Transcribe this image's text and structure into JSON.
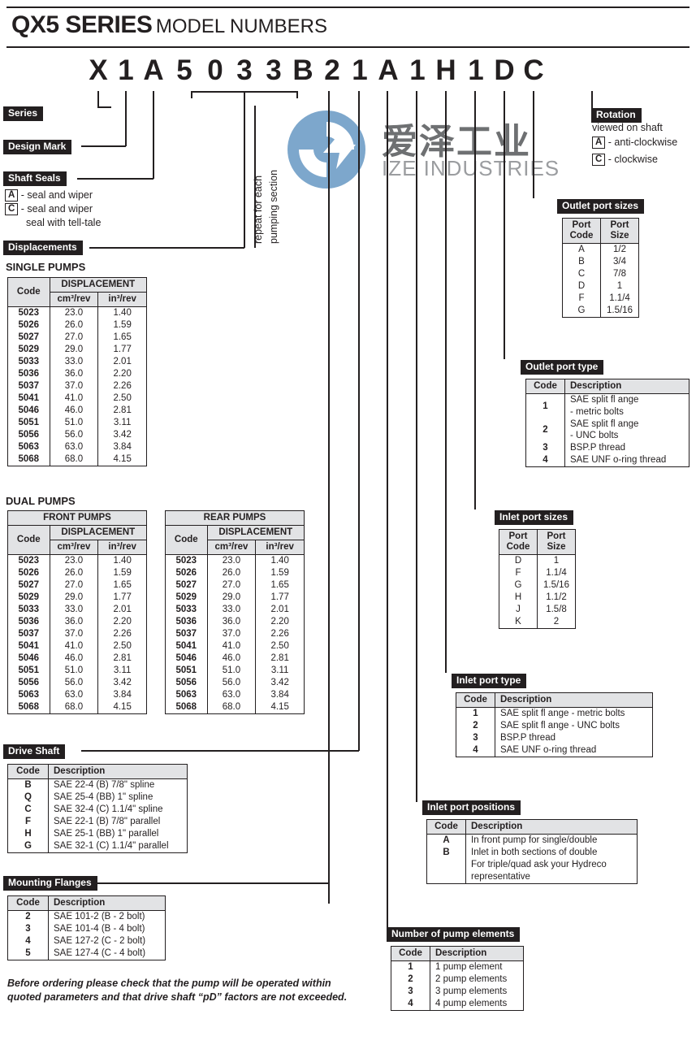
{
  "header": {
    "title_bold": "QX5 SERIES",
    "title_light": "MODEL NUMBERS"
  },
  "model_string": {
    "characters": [
      "X",
      "1",
      "A",
      "5",
      "0",
      "3",
      "3",
      "B",
      "2",
      "1",
      "A",
      "1",
      "H",
      "1",
      "D",
      "C"
    ]
  },
  "watermark": {
    "logo_icon": "ize-industries-logo-icon",
    "chinese_text": "爱泽工业",
    "english_text": "IZE INDUSTRIES",
    "logo_color": "#7da7cc",
    "text_color": "#6e7072"
  },
  "callouts": {
    "series": "Series",
    "design_mark": "Design Mark",
    "shaft_seals": "Shaft Seals",
    "displacements": "Displacements",
    "drive_shaft": "Drive Shaft",
    "mounting_flanges": "Mounting Flanges",
    "rotation": "Rotation",
    "outlet_port_sizes": "Outlet port sizes",
    "outlet_port_type": "Outlet port type",
    "inlet_port_sizes": "Inlet port sizes",
    "inlet_port_type": "Inlet port type",
    "inlet_port_positions": "Inlet port positions",
    "number_of_pump_elements": "Number of pump elements"
  },
  "repeat_note": {
    "line1": "repeat for each",
    "line2": "pumping section"
  },
  "shaft_seals": {
    "options": [
      {
        "code": "A",
        "text": "- seal and wiper",
        "text2": ""
      },
      {
        "code": "C",
        "text": "- seal and wiper",
        "text2": "seal with tell-tale"
      }
    ]
  },
  "rotation": {
    "subtitle": "viewed on shaft",
    "options": [
      {
        "code": "A",
        "text": "- anti-clockwise"
      },
      {
        "code": "C",
        "text": "- clockwise"
      }
    ]
  },
  "single_pumps": {
    "title": "SINGLE PUMPS",
    "headers": {
      "code": "Code",
      "displacement": "DISPLACEMENT",
      "metric": "cm³/rev",
      "imperial": "in³/rev"
    },
    "rows": [
      [
        "5023",
        "23.0",
        "1.40"
      ],
      [
        "5026",
        "26.0",
        "1.59"
      ],
      [
        "5027",
        "27.0",
        "1.65"
      ],
      [
        "5029",
        "29.0",
        "1.77"
      ],
      [
        "5033",
        "33.0",
        "2.01"
      ],
      [
        "5036",
        "36.0",
        "2.20"
      ],
      [
        "5037",
        "37.0",
        "2.26"
      ],
      [
        "5041",
        "41.0",
        "2.50"
      ],
      [
        "5046",
        "46.0",
        "2.81"
      ],
      [
        "5051",
        "51.0",
        "3.11"
      ],
      [
        "5056",
        "56.0",
        "3.42"
      ],
      [
        "5063",
        "63.0",
        "3.84"
      ],
      [
        "5068",
        "68.0",
        "4.15"
      ]
    ]
  },
  "dual_pumps": {
    "title": "DUAL PUMPS",
    "front": {
      "title": "FRONT PUMPS",
      "headers": {
        "code": "Code",
        "displacement": "DISPLACEMENT",
        "metric": "cm³/rev",
        "imperial": "in³/rev"
      },
      "rows": [
        [
          "5023",
          "23.0",
          "1.40"
        ],
        [
          "5026",
          "26.0",
          "1.59"
        ],
        [
          "5027",
          "27.0",
          "1.65"
        ],
        [
          "5029",
          "29.0",
          "1.77"
        ],
        [
          "5033",
          "33.0",
          "2.01"
        ],
        [
          "5036",
          "36.0",
          "2.20"
        ],
        [
          "5037",
          "37.0",
          "2.26"
        ],
        [
          "5041",
          "41.0",
          "2.50"
        ],
        [
          "5046",
          "46.0",
          "2.81"
        ],
        [
          "5051",
          "51.0",
          "3.11"
        ],
        [
          "5056",
          "56.0",
          "3.42"
        ],
        [
          "5063",
          "63.0",
          "3.84"
        ],
        [
          "5068",
          "68.0",
          "4.15"
        ]
      ]
    },
    "rear": {
      "title": "REAR PUMPS",
      "headers": {
        "code": "Code",
        "displacement": "DISPLACEMENT",
        "metric": "cm³/rev",
        "imperial": "in³/rev"
      },
      "rows": [
        [
          "5023",
          "23.0",
          "1.40"
        ],
        [
          "5026",
          "26.0",
          "1.59"
        ],
        [
          "5027",
          "27.0",
          "1.65"
        ],
        [
          "5029",
          "29.0",
          "1.77"
        ],
        [
          "5033",
          "33.0",
          "2.01"
        ],
        [
          "5036",
          "36.0",
          "2.20"
        ],
        [
          "5037",
          "37.0",
          "2.26"
        ],
        [
          "5041",
          "41.0",
          "2.50"
        ],
        [
          "5046",
          "46.0",
          "2.81"
        ],
        [
          "5051",
          "51.0",
          "3.11"
        ],
        [
          "5056",
          "56.0",
          "3.42"
        ],
        [
          "5063",
          "63.0",
          "3.84"
        ],
        [
          "5068",
          "68.0",
          "4.15"
        ]
      ]
    }
  },
  "drive_shaft": {
    "headers": {
      "code": "Code",
      "description": "Description"
    },
    "rows": [
      [
        "B",
        "SAE 22-4 (B) 7/8\" spline"
      ],
      [
        "Q",
        "SAE 25-4 (BB) 1\" spline"
      ],
      [
        "C",
        "SAE 32-4 (C) 1.1/4\" spline"
      ],
      [
        "F",
        "SAE 22-1 (B) 7/8\" parallel"
      ],
      [
        "H",
        "SAE 25-1 (BB) 1\" parallel"
      ],
      [
        "G",
        "SAE 32-1 (C) 1.1/4\" parallel"
      ]
    ]
  },
  "mounting_flanges": {
    "headers": {
      "code": "Code",
      "description": "Description"
    },
    "rows": [
      [
        "2",
        "SAE 101-2 (B - 2 bolt)"
      ],
      [
        "3",
        "SAE 101-4 (B - 4 bolt)"
      ],
      [
        "4",
        "SAE 127-2 (C - 2 bolt)"
      ],
      [
        "5",
        "SAE 127-4 (C - 4 bolt)"
      ]
    ]
  },
  "outlet_port_sizes": {
    "headers": {
      "port_code": "Port\nCode",
      "port_size": "Port\nSize"
    },
    "header_code_l1": "Port",
    "header_code_l2": "Code",
    "header_size_l1": "Port",
    "header_size_l2": "Size",
    "rows": [
      [
        "A",
        "1/2"
      ],
      [
        "B",
        "3/4"
      ],
      [
        "C",
        "7/8"
      ],
      [
        "D",
        "1"
      ],
      [
        "F",
        "1.1/4"
      ],
      [
        "G",
        "1.5/16"
      ]
    ]
  },
  "outlet_port_type": {
    "headers": {
      "code": "Code",
      "description": "Description"
    },
    "rows": [
      [
        "1",
        "SAE split fl ange",
        "- metric bolts"
      ],
      [
        "2",
        "SAE split fl ange",
        "- UNC bolts"
      ],
      [
        "3",
        "BSP.P thread",
        ""
      ],
      [
        "4",
        "SAE UNF o-ring thread",
        ""
      ]
    ]
  },
  "inlet_port_sizes": {
    "header_code_l1": "Port",
    "header_code_l2": "Code",
    "header_size_l1": "Port",
    "header_size_l2": "Size",
    "rows": [
      [
        "D",
        "1"
      ],
      [
        "F",
        "1.1/4"
      ],
      [
        "G",
        "1.5/16"
      ],
      [
        "H",
        "1.1/2"
      ],
      [
        "J",
        "1.5/8"
      ],
      [
        "K",
        "2"
      ]
    ]
  },
  "inlet_port_type": {
    "headers": {
      "code": "Code",
      "description": "Description"
    },
    "rows": [
      [
        "1",
        "SAE split fl ange - metric bolts"
      ],
      [
        "2",
        "SAE split fl ange - UNC bolts"
      ],
      [
        "3",
        "BSP.P thread"
      ],
      [
        "4",
        "SAE UNF o-ring thread"
      ]
    ]
  },
  "inlet_port_positions": {
    "headers": {
      "code": "Code",
      "description": "Description"
    },
    "rows": [
      [
        "A",
        "In front pump for single/double"
      ],
      [
        "B",
        "Inlet in both sections of double"
      ],
      [
        "",
        "For triple/quad ask your Hydreco"
      ],
      [
        "",
        "representative"
      ]
    ]
  },
  "number_of_pump_elements": {
    "headers": {
      "code": "Code",
      "description": "Description"
    },
    "rows": [
      [
        "1",
        "1 pump element"
      ],
      [
        "2",
        "2 pump elements"
      ],
      [
        "3",
        "3 pump elements"
      ],
      [
        "4",
        "4 pump elements"
      ]
    ]
  },
  "footnote": {
    "text": "Before ordering please check that the pump will be operated within quoted parameters and that drive shaft “pD” factors are not exceeded."
  }
}
